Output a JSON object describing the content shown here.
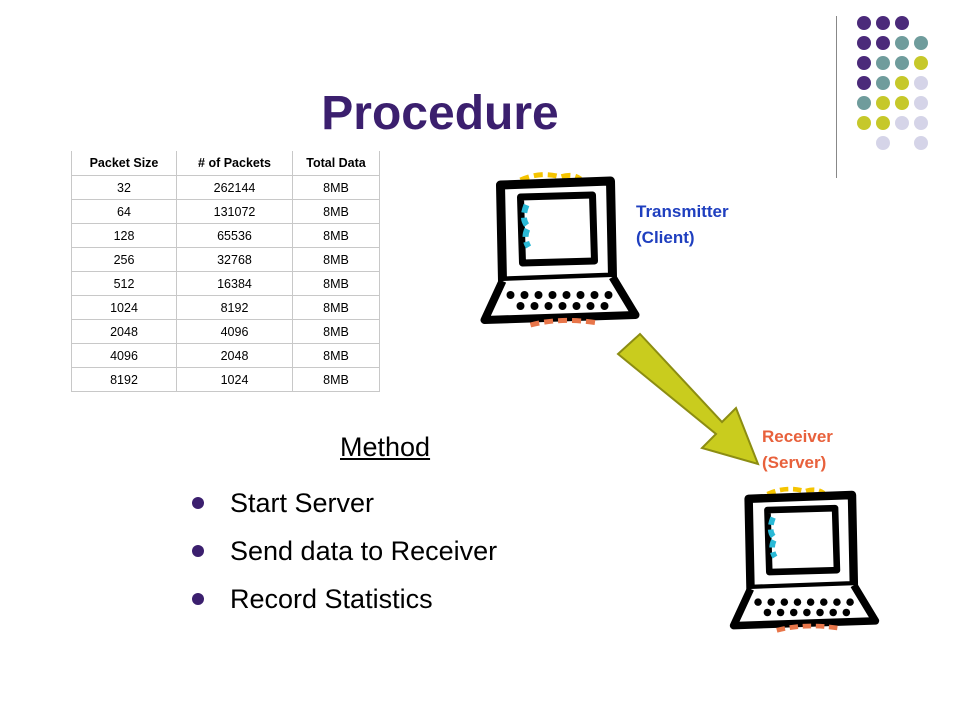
{
  "title": "Procedure",
  "packet_table": {
    "headers": [
      "Packet Size",
      "# of Packets",
      "Total Data"
    ],
    "rows": [
      [
        "32",
        "262144",
        "8MB"
      ],
      [
        "64",
        "131072",
        "8MB"
      ],
      [
        "128",
        "65536",
        "8MB"
      ],
      [
        "256",
        "32768",
        "8MB"
      ],
      [
        "512",
        "16384",
        "8MB"
      ],
      [
        "1024",
        "8192",
        "8MB"
      ],
      [
        "2048",
        "4096",
        "8MB"
      ],
      [
        "4096",
        "2048",
        "8MB"
      ],
      [
        "8192",
        "1024",
        "8MB"
      ]
    ]
  },
  "method": {
    "heading": "Method",
    "items": [
      "Start Server",
      "Send data to Receiver",
      "Record Statistics"
    ]
  },
  "transmitter": {
    "line1": "Transmitter",
    "line2": "(Client)",
    "color": "#1f3fbf",
    "icon": "computer-icon"
  },
  "receiver": {
    "line1": "Receiver",
    "line2": "(Server)",
    "color": "#e8613c",
    "icon": "computer-icon"
  },
  "colors": {
    "title": "#3b1f6e",
    "dot_purple": "#4b2a7a",
    "dot_teal": "#6f9c9c",
    "dot_olive": "#c6c82a",
    "dot_lavender": "#d5d4e8",
    "arrow_fill": "#c9cc1e"
  }
}
